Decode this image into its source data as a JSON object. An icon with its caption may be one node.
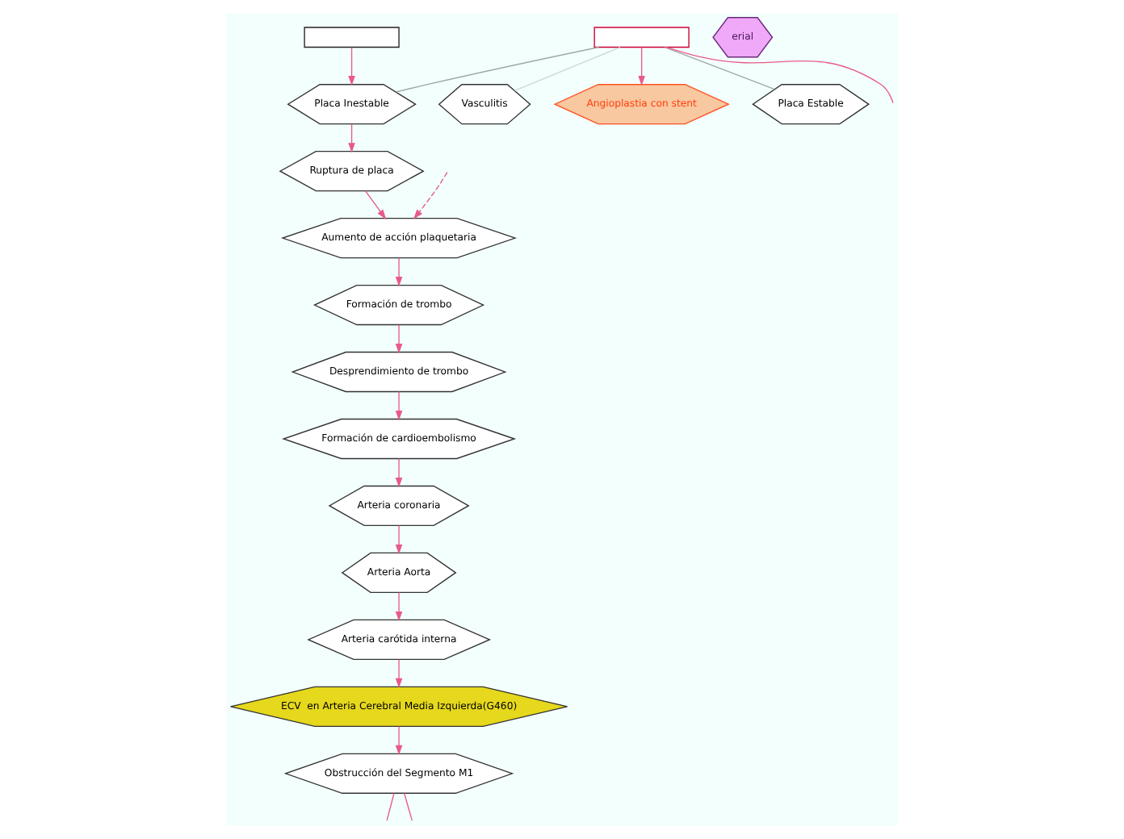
{
  "diagram": {
    "nodes": [
      {
        "text": [],
        "shape": "box"
      },
      {
        "text": [],
        "shape": "box"
      },
      {
        "text": [
          "Vasculitis"
        ]
      },
      {
        "text": [
          "erial"
        ]
      },
      {
        "text": [
          "Angioplastia con stent"
        ]
      },
      {
        "text": [
          "Placa Inestable"
        ]
      },
      {
        "text": [
          "Placa Estable"
        ]
      },
      {
        "text": [
          "Ruptura de placa"
        ]
      },
      {
        "text": [
          "Desprendimiento de trombo"
        ]
      },
      {
        "text": [
          "Aumento de acción plaquetaria"
        ]
      },
      {
        "text": [
          "Formación de trombo"
        ]
      },
      {
        "text": [
          "Formación de cardioembolismo"
        ]
      },
      {
        "text": [
          "Arteria coronaria"
        ]
      },
      {
        "text": [
          "Arteria Aorta"
        ]
      },
      {
        "text": [
          "Arteria carótida interna"
        ]
      },
      {
        "text": [
          "ECV  en Arteria Cerebral Media Izquierda(G460)"
        ]
      },
      {
        "text": [
          "Obstrucción del Segmento M1"
        ]
      }
    ],
    "edges": [
      {
        "from": 0,
        "to": 5,
        "arrow": "to"
      },
      {
        "from": 1,
        "to": 4,
        "arrow": "to"
      },
      {
        "from": 1,
        "to": null,
        "arrow": "none"
      },
      {
        "from": 1,
        "to": 2,
        "arrow": "none",
        "color": "#c8d8d8"
      },
      {
        "from": 1,
        "to": 5,
        "arrow": "none",
        "color": "#a0a8a8"
      },
      {
        "from": 1,
        "to": 6,
        "arrow": "none",
        "color": "#a0a8a8"
      },
      {
        "from": 5,
        "to": 7,
        "arrow": "to"
      },
      {
        "from": 7,
        "to": 9,
        "arrow": "to"
      },
      {
        "from": null,
        "to": 9,
        "arrow": "to",
        "style": "dashed"
      },
      {
        "from": 9,
        "to": 10,
        "arrow": "to"
      },
      {
        "from": 10,
        "to": 8,
        "arrow": "to"
      },
      {
        "from": 8,
        "to": 11,
        "arrow": "to"
      },
      {
        "from": 11,
        "to": 12,
        "arrow": "to"
      },
      {
        "from": 12,
        "to": 13,
        "arrow": "to"
      },
      {
        "from": 13,
        "to": 14,
        "arrow": "to"
      },
      {
        "from": 14,
        "to": 15,
        "arrow": "to"
      },
      {
        "from": 15,
        "to": 16,
        "arrow": "to"
      },
      {
        "from": 16,
        "to": null,
        "arrow": "none"
      },
      {
        "from": 16,
        "to": null,
        "arrow": "none"
      }
    ]
  }
}
